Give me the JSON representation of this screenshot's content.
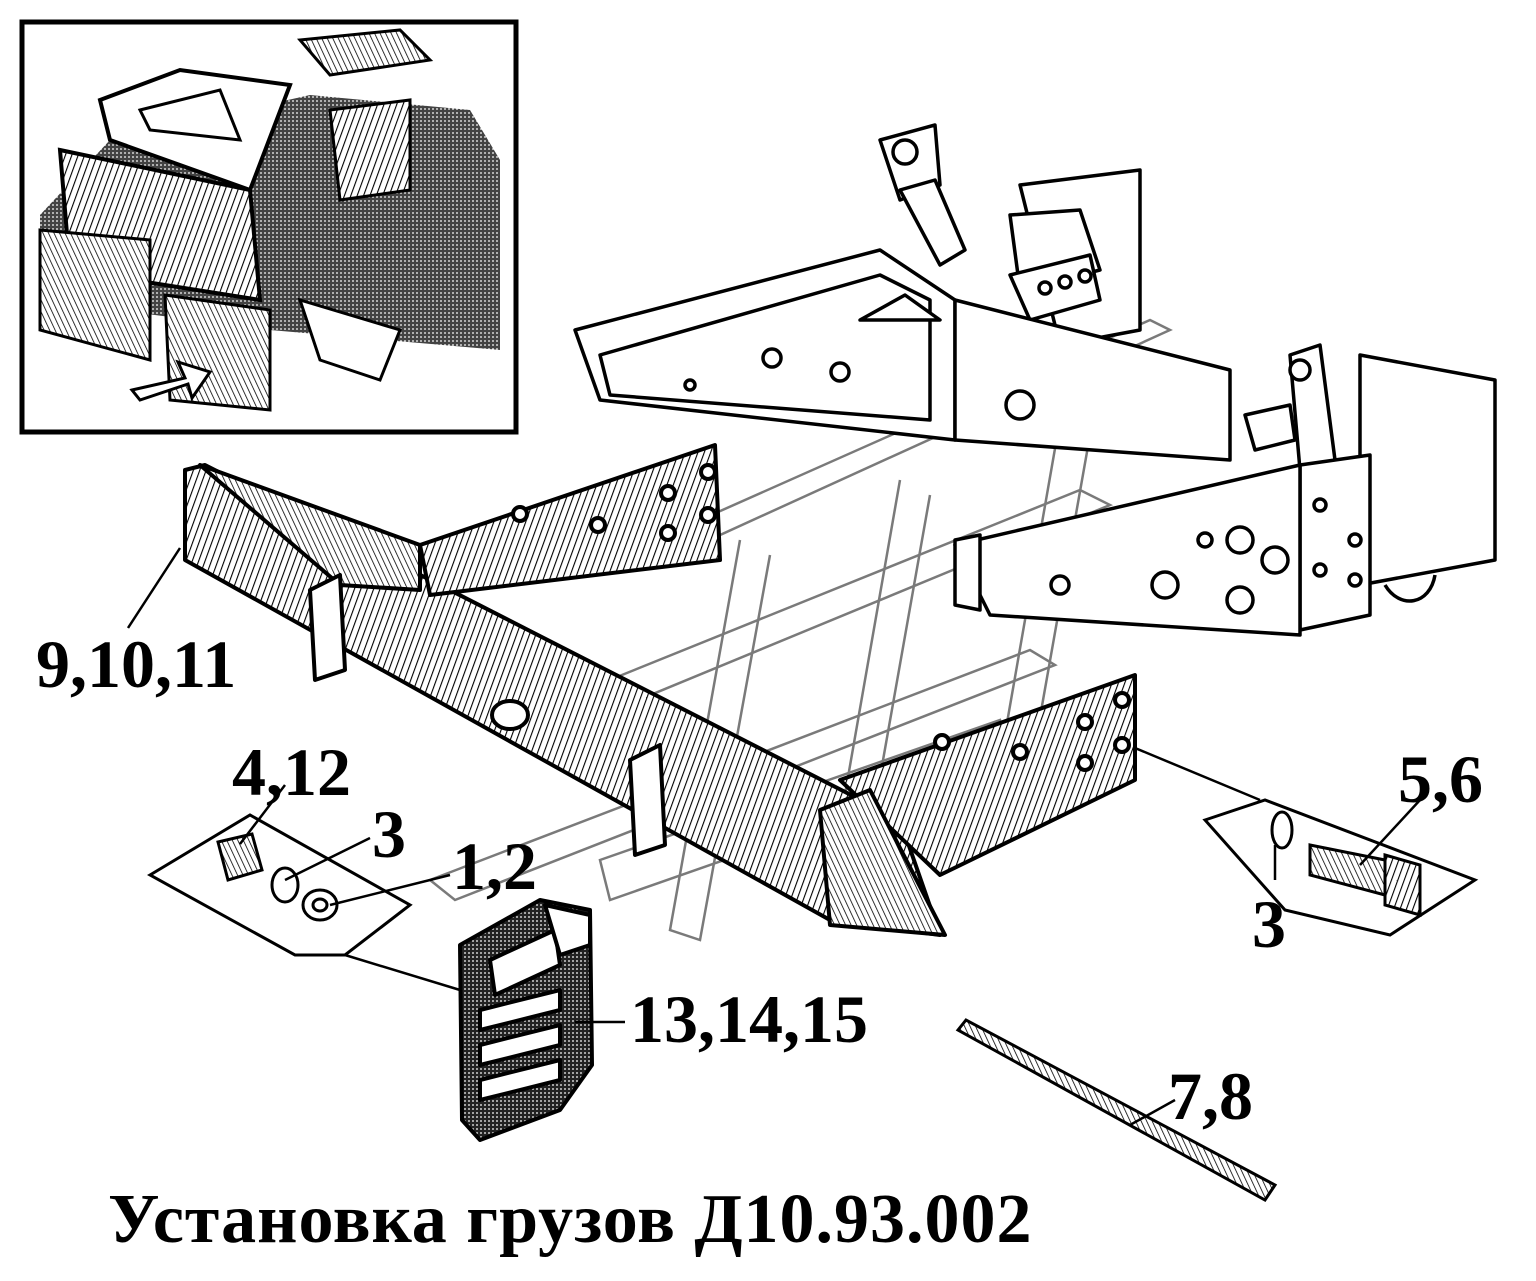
{
  "title": "Установка грузов Д10.93.002",
  "callouts": {
    "bumper": "9,10,11",
    "nut": "4,12",
    "washer_left": "3",
    "flat_washer": "1,2",
    "weight": "13,14,15",
    "bolt": "5,6",
    "washer_right": "3",
    "stud": "7,8"
  },
  "colors": {
    "ink": "#000000",
    "paper": "#ffffff",
    "watermark": "#7a7a7a"
  }
}
